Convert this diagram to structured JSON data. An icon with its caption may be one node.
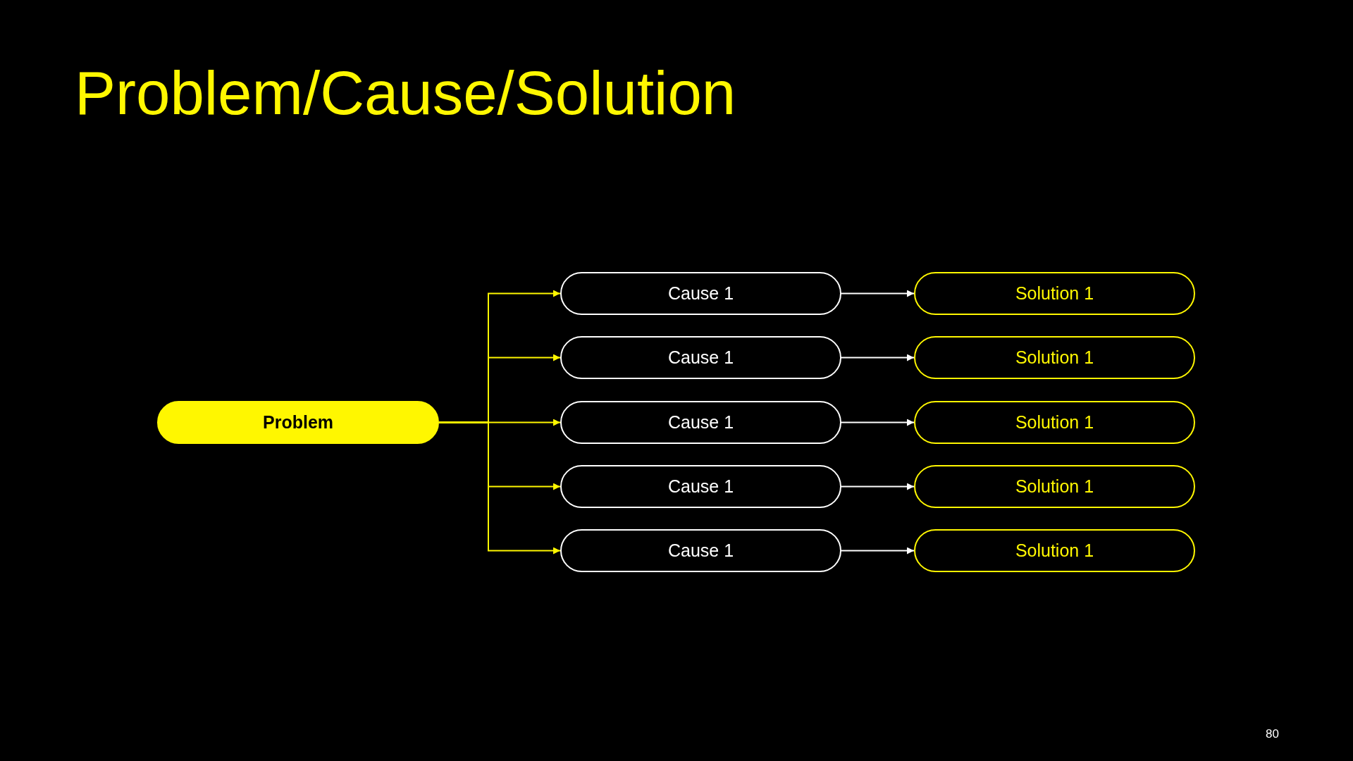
{
  "diagram": {
    "title": "Problem/Cause/Solution",
    "nodes": [
      {
        "text": [
          "Problem"
        ]
      },
      {
        "text": [
          "Cause 1"
        ]
      },
      {
        "text": [
          "Cause 1"
        ]
      },
      {
        "text": [
          "Cause 1"
        ]
      },
      {
        "text": [
          "Cause 1"
        ]
      },
      {
        "text": [
          "Cause 1"
        ]
      },
      {
        "text": [
          "Solution 1"
        ]
      },
      {
        "text": [
          "Solution 1"
        ]
      },
      {
        "text": [
          "Solution 1"
        ]
      },
      {
        "text": [
          "Solution 1"
        ]
      },
      {
        "text": [
          "Solution 1"
        ]
      }
    ],
    "edges": [
      {
        "from": 0,
        "to": 1,
        "arrow": "to",
        "color": "#fff700"
      },
      {
        "from": 0,
        "to": 2,
        "arrow": "to",
        "color": "#fff700"
      },
      {
        "from": 0,
        "to": 3,
        "arrow": "to",
        "color": "#fff700"
      },
      {
        "from": 0,
        "to": 4,
        "arrow": "to",
        "color": "#fff700"
      },
      {
        "from": 0,
        "to": 5,
        "arrow": "to",
        "color": "#fff700"
      },
      {
        "from": 1,
        "to": 6,
        "arrow": "to",
        "color": "#ffffff"
      },
      {
        "from": 2,
        "to": 7,
        "arrow": "to",
        "color": "#ffffff"
      },
      {
        "from": 3,
        "to": 8,
        "arrow": "to",
        "color": "#ffffff"
      },
      {
        "from": 4,
        "to": 9,
        "arrow": "to",
        "color": "#ffffff"
      },
      {
        "from": 5,
        "to": 10,
        "arrow": "to",
        "color": "#ffffff"
      }
    ],
    "labels": [
      "80"
    ]
  }
}
